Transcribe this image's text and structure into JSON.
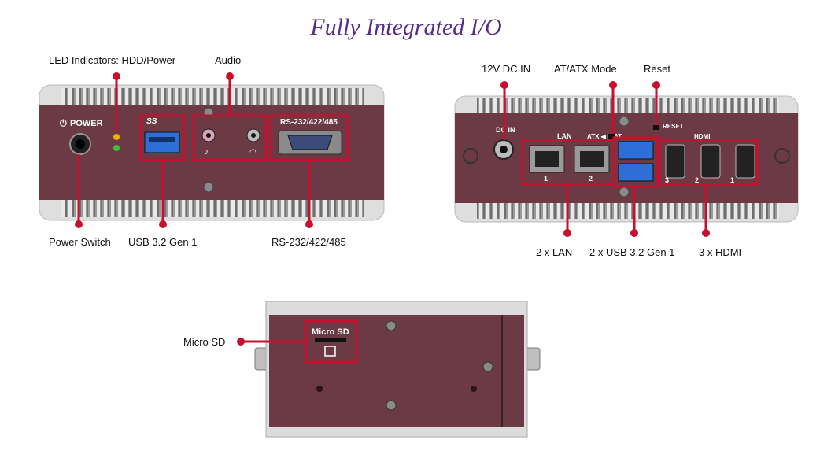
{
  "title": "Fully Integrated I/O",
  "colors": {
    "accent_red": "#c8102e",
    "panel_maroon": "#6b3a45",
    "chassis_silver": "#d4d4d4",
    "title_purple": "#5a2d8c",
    "port_blue": "#2d6fd6"
  },
  "front_panel": {
    "callouts": {
      "led": "LED Indicators: HDD/Power",
      "audio": "Audio",
      "power_switch": "Power Switch",
      "usb": "USB 3.2 Gen 1",
      "serial": "RS-232/422/485"
    },
    "printed": {
      "power": "POWER",
      "ss": "SS",
      "serial": "RS-232/422/485"
    }
  },
  "rear_panel": {
    "callouts": {
      "dc_in": "12V DC IN",
      "at_atx": "AT/ATX Mode",
      "reset": "Reset",
      "lan": "2 x LAN",
      "usb": "2 x USB 3.2 Gen 1",
      "hdmi": "3 x HDMI"
    },
    "printed": {
      "dc_in": "DC IN",
      "lan": "LAN",
      "atx_at": "ATX ◀ ▶ AT",
      "reset": "RESET",
      "hdmi": "HDMI",
      "lan_ports": [
        "1",
        "2"
      ],
      "hdmi_ports": [
        "3",
        "2",
        "1"
      ]
    }
  },
  "side_panel": {
    "callouts": {
      "micro_sd": "Micro SD"
    },
    "printed": {
      "micro_sd": "Micro SD"
    }
  }
}
